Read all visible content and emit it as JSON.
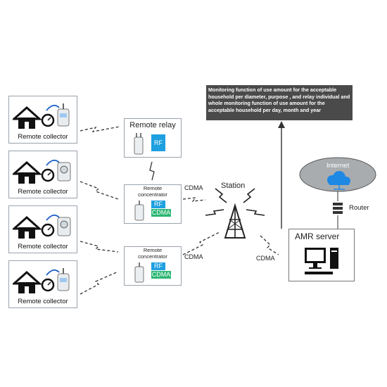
{
  "collectors": [
    {
      "label": "Remote collector"
    },
    {
      "label": "Remote collector"
    },
    {
      "label": "Remote collector"
    },
    {
      "label": "Remote collector"
    }
  ],
  "relay": {
    "title": "Remote relay",
    "rf": "RF"
  },
  "concentrators": [
    {
      "title": "Remote concentrator",
      "rf": "RF",
      "cdma": "CDMA"
    },
    {
      "title": "Remote concentrator",
      "rf": "RF",
      "cdma": "CDMA"
    }
  ],
  "links": {
    "cdma_top": "CDMA",
    "cdma_bottom": "CDMA",
    "cdma_right": "CDMA"
  },
  "station": {
    "label": "Station"
  },
  "caption": {
    "text": "Monitoring function of use amount for the acceptable household per diameter, purpose , and relay individual and whole monitoring function of use amount for the acceptable household per day, month and year"
  },
  "internet": {
    "label": "Internet"
  },
  "router": {
    "label": "Router"
  },
  "server": {
    "title": "AMR server"
  },
  "colors": {
    "rf": "#1e9fe0",
    "cdma": "#2bb673",
    "cloud": "#1e88e5",
    "caption_bg": "#4a4a4a"
  }
}
